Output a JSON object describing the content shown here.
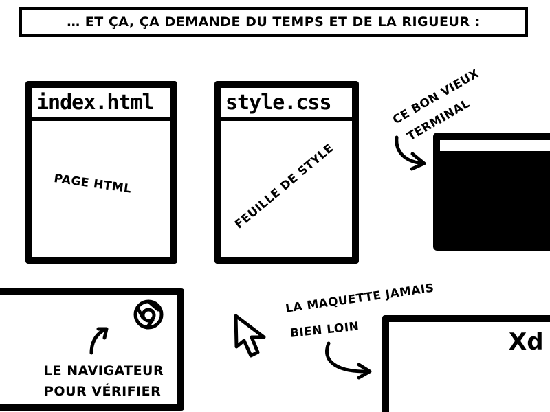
{
  "caption": "… ET ÇA, ÇA DEMANDE DU TEMPS ET DE LA RIGUEUR :",
  "html_file": {
    "tab_label": "index.html",
    "body_label": "PAGE HTML"
  },
  "css_file": {
    "tab_label": "style.css",
    "body_label": "FEUILLE DE STYLE"
  },
  "terminal": {
    "label_line1": "CE BON VIEUX",
    "label_line2": "TERMINAL"
  },
  "browser": {
    "label_line1": "LE NAVIGATEUR",
    "label_line2": "POUR VÉRIFIER",
    "icon": "chrome-icon"
  },
  "mockup": {
    "label_line1": "LA MAQUETTE JAMAIS",
    "label_line2": "BIEN LOIN",
    "app_label": "Xd"
  },
  "cursor": {
    "icon": "mouse-pointer-icon"
  }
}
